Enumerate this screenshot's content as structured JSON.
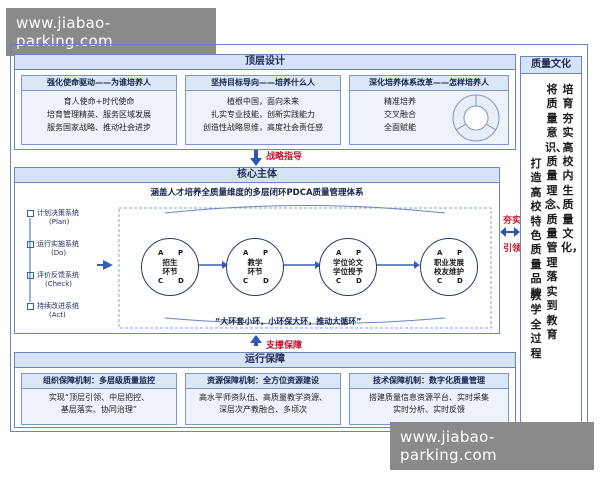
{
  "watermark": {
    "top": "www.jiabao-parking.com",
    "bottom": "www.jiabao-parking.com"
  },
  "top": {
    "header": "顶层设计",
    "boxes": [
      {
        "title": "强化使命驱动——为谁培养人",
        "lines": [
          "育人使命+时代使命",
          "培育管理精英、服务区域发展",
          "服务国家战略、推动社会进步"
        ]
      },
      {
        "title": "坚持目标导向——培养什么人",
        "lines": [
          "植根中国，面向未来",
          "扎实专业技能，创新实践能力",
          "创造性战略思维，高度社会责任感"
        ]
      },
      {
        "title": "深化培养体系改革——怎样培养人",
        "lines": [
          "精准培养",
          "交叉融合",
          "全面赋能"
        ]
      }
    ]
  },
  "arrow_strategy": "战略指导",
  "core": {
    "header": "核心主体",
    "title": "涵盖人才培养全质量维度的多层闭环PDCA质量管理体系",
    "steps": [
      "计划决策系统",
      "(Plan)",
      "运行实施系统",
      "(Do)",
      "评价反馈系统",
      "(Check)",
      "持续改进系统",
      "(Act)"
    ],
    "cycles": [
      {
        "label_1": "招生",
        "label_2": "环节"
      },
      {
        "label_1": "教学",
        "label_2": "环节"
      },
      {
        "label_1": "学位论文",
        "label_2": "学位授予"
      },
      {
        "label_1": "职业发展",
        "label_2": "校友维护"
      }
    ],
    "pdca": {
      "p": "P",
      "a": "A",
      "c": "C",
      "d": "D"
    },
    "slogan": "“大环套小环，小环保大环，推动大循环”"
  },
  "side_arrow": {
    "line1": "夯实",
    "line2": "引领"
  },
  "arrow_support": "支撑保障",
  "ops": {
    "header": "运行保障",
    "boxes": [
      {
        "title": "组织保障机制：多层级质量监控",
        "lines": [
          "实现“顶层引领、中层把控、",
          "基层落实、协同治理”"
        ]
      },
      {
        "title": "资源保障机制：全方位资源建设",
        "lines": [
          "高水平师资队伍、高质量教学资源、",
          "深层次产教融合、多顷次"
        ]
      },
      {
        "title": "技术保障机制：数字化质量管理",
        "lines": [
          "搭建质量信息资源平台、实时采集",
          "实时分析、实时反馈"
        ]
      }
    ]
  },
  "sidebar": {
    "title": "质量文化",
    "columns": [
      "培育夯实高校内生质量文化，",
      "将质量意识、质量理念、质量管理落实到教育",
      "打造高校特色质量品牌",
      "教学全过程"
    ]
  },
  "colors": {
    "accent": "#2a57b8",
    "highlight": "#c0142e",
    "header_bg": "#d6e2f5"
  }
}
